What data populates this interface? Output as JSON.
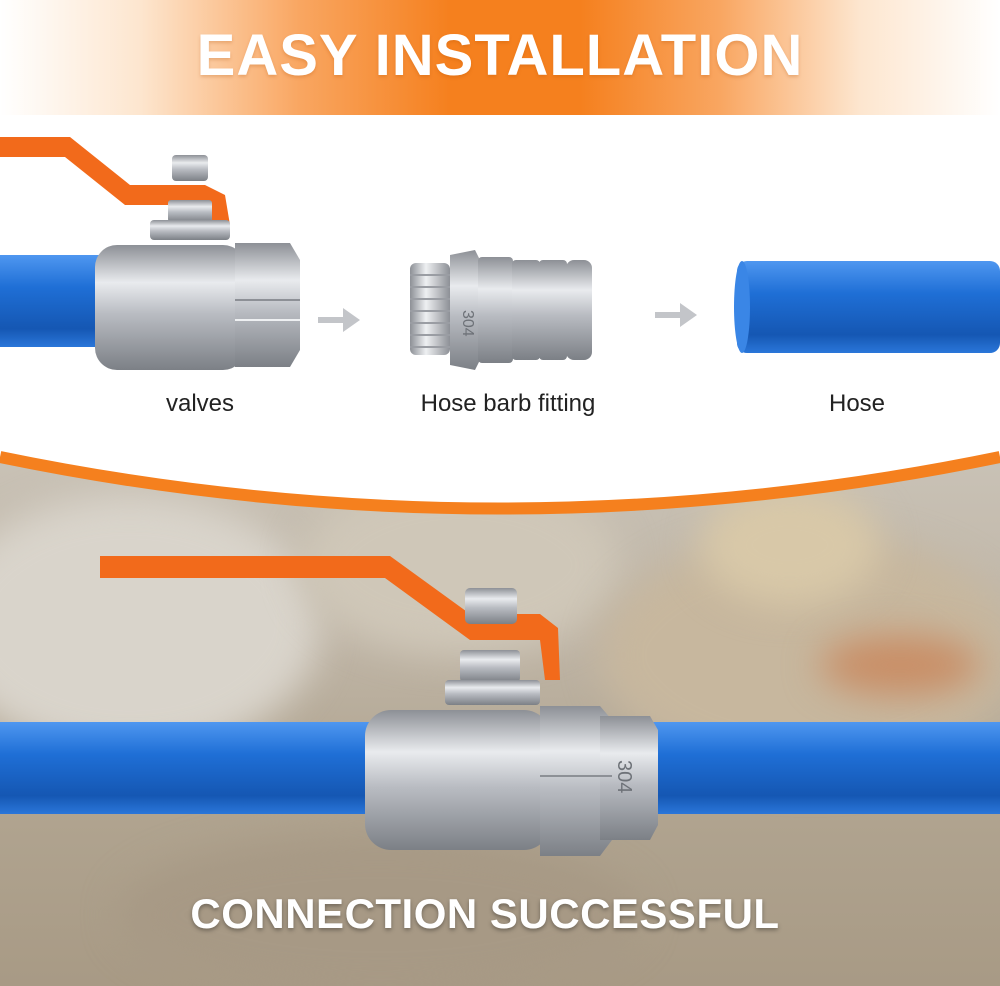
{
  "header": {
    "title": "EASY INSTALLATION"
  },
  "steps": [
    {
      "label": "valves"
    },
    {
      "label": "Hose barb fitting"
    },
    {
      "label": "Hose"
    }
  ],
  "fitting": {
    "marking": "304"
  },
  "valve_marking": "304",
  "footer": {
    "caption": "CONNECTION SUCCESSFUL"
  },
  "colors": {
    "accent_orange": "#f5801e",
    "hose_blue": "#1f6fd6",
    "steel": "#c9ccd1",
    "valve_handle": "#f26a1b"
  },
  "icons": [
    "arrow-right-icon",
    "arrow-right-icon"
  ]
}
